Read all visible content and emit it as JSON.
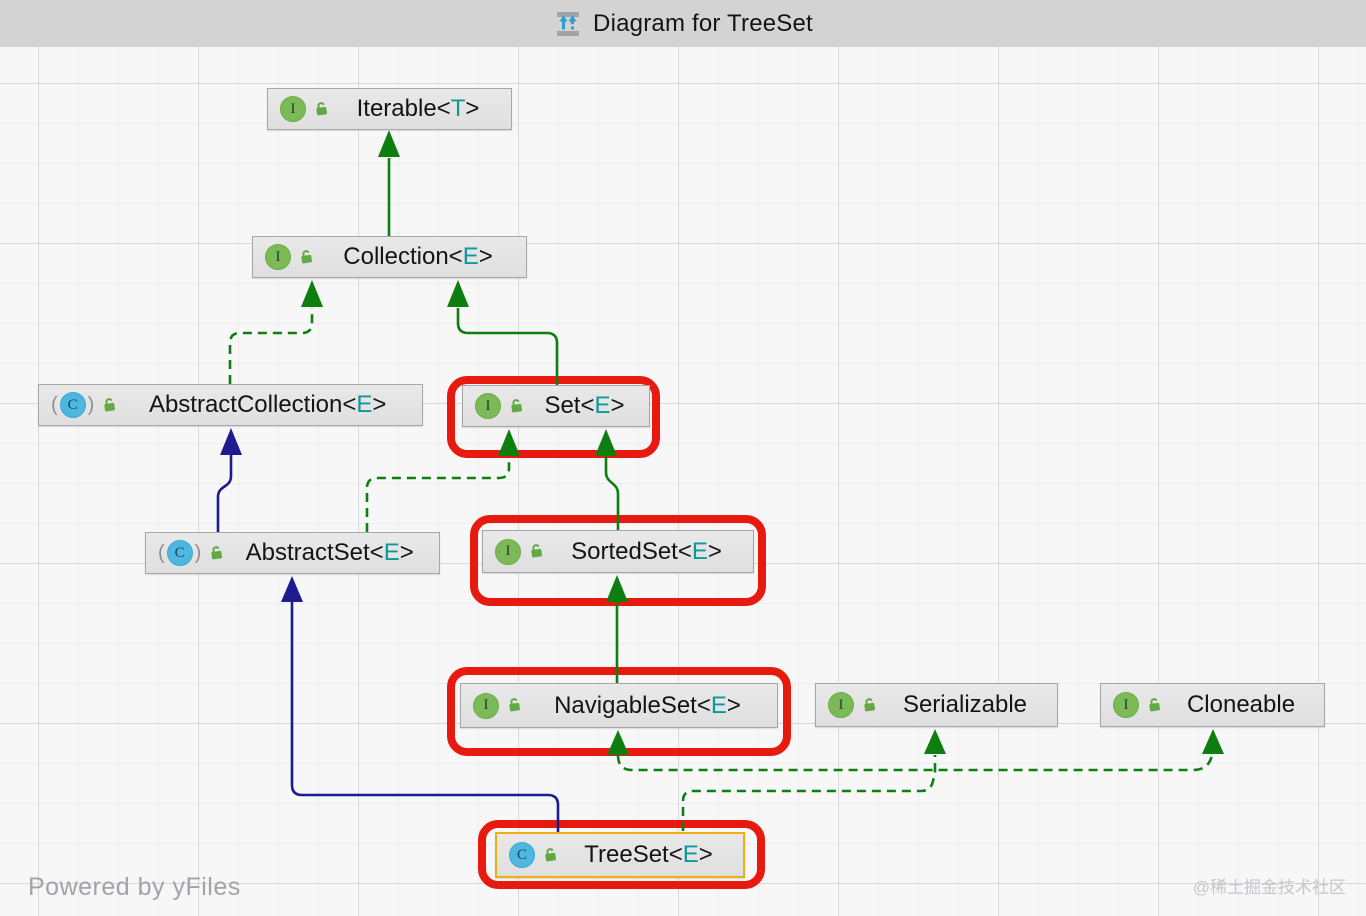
{
  "title_bar": {
    "title": "Diagram for TreeSet",
    "icon": "diagram-icon"
  },
  "syntax": {
    "lt": "<",
    "gt": ">",
    "paren_open": "(",
    "paren_close": ")"
  },
  "footer": {
    "powered_by": "Powered by yFiles",
    "watermark": "@稀土掘金技术社区"
  },
  "colors": {
    "edge_green": "#0e7e10",
    "edge_navy": "#1c1c8e",
    "highlight_red": "#e8190f",
    "selection_yellow": "#efaf12",
    "generic_type_teal": "#0e989c",
    "interface_icon_green": "#7cba58",
    "class_icon_blue": "#4db7e0",
    "node_bg_gray": "#e4e4e4",
    "titlebar_gray": "#d3d3d4"
  },
  "nodes": [
    {
      "id": "iterable",
      "name": "Iterable",
      "type_param": "T",
      "icon_letter": "I",
      "kind": "interface",
      "locked": true,
      "highlighted": false,
      "selected": false
    },
    {
      "id": "collection",
      "name": "Collection",
      "type_param": "E",
      "icon_letter": "I",
      "kind": "interface",
      "locked": true,
      "highlighted": false,
      "selected": false
    },
    {
      "id": "abstract-collection",
      "name": "AbstractCollection",
      "type_param": "E",
      "icon_letter": "C",
      "kind": "abstract-class",
      "locked": true,
      "highlighted": false,
      "selected": false
    },
    {
      "id": "set",
      "name": "Set",
      "type_param": "E",
      "icon_letter": "I",
      "kind": "interface",
      "locked": true,
      "highlighted": true,
      "selected": false
    },
    {
      "id": "abstract-set",
      "name": "AbstractSet",
      "type_param": "E",
      "icon_letter": "C",
      "kind": "abstract-class",
      "locked": true,
      "highlighted": false,
      "selected": false
    },
    {
      "id": "sorted-set",
      "name": "SortedSet",
      "type_param": "E",
      "icon_letter": "I",
      "kind": "interface",
      "locked": true,
      "highlighted": true,
      "selected": false
    },
    {
      "id": "navigable-set",
      "name": "NavigableSet",
      "type_param": "E",
      "icon_letter": "I",
      "kind": "interface",
      "locked": true,
      "highlighted": true,
      "selected": false
    },
    {
      "id": "serializable",
      "name": "Serializable",
      "icon_letter": "I",
      "kind": "interface",
      "locked": true,
      "highlighted": false,
      "selected": false
    },
    {
      "id": "cloneable",
      "name": "Cloneable",
      "icon_letter": "I",
      "kind": "interface",
      "locked": true,
      "highlighted": false,
      "selected": false
    },
    {
      "id": "treeset",
      "name": "TreeSet",
      "type_param": "E",
      "icon_letter": "C",
      "kind": "class",
      "locked": true,
      "highlighted": true,
      "selected": true
    }
  ],
  "edges": [
    {
      "from": "Collection",
      "to": "Iterable",
      "relation": "extends",
      "style": "solid-green"
    },
    {
      "from": "AbstractCollection",
      "to": "Collection",
      "relation": "implements",
      "style": "dashed-green"
    },
    {
      "from": "Set",
      "to": "Collection",
      "relation": "extends",
      "style": "solid-green"
    },
    {
      "from": "AbstractSet",
      "to": "AbstractCollection",
      "relation": "extends",
      "style": "solid-navy"
    },
    {
      "from": "AbstractSet",
      "to": "Set",
      "relation": "implements",
      "style": "dashed-green"
    },
    {
      "from": "SortedSet",
      "to": "Set",
      "relation": "extends",
      "style": "solid-green"
    },
    {
      "from": "NavigableSet",
      "to": "SortedSet",
      "relation": "extends",
      "style": "solid-green"
    },
    {
      "from": "TreeSet",
      "to": "AbstractSet",
      "relation": "extends",
      "style": "solid-navy"
    },
    {
      "from": "TreeSet",
      "to": "NavigableSet",
      "relation": "implements",
      "style": "dashed-green"
    },
    {
      "from": "TreeSet",
      "to": "Serializable",
      "relation": "implements",
      "style": "dashed-green"
    },
    {
      "from": "TreeSet",
      "to": "Cloneable",
      "relation": "implements",
      "style": "dashed-green"
    }
  ]
}
